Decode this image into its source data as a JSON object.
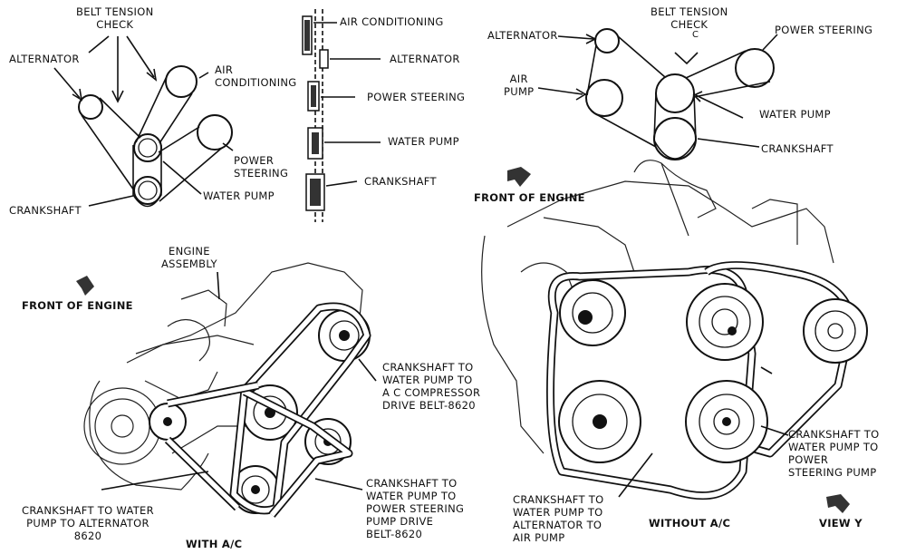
{
  "top_left": {
    "belt_tension_check": "BELT TENSION\nCHECK",
    "alternator": "ALTERNATOR",
    "air_conditioning": "AIR\nCONDITIONING",
    "power_steering": "POWER\nSTEERING",
    "water_pump": "WATER PUMP",
    "crankshaft": "CRANKSHAFT"
  },
  "pulley_stack": {
    "air_conditioning": "AIR CONDITIONING",
    "alternator": "ALTERNATOR",
    "power_steering": "POWER STEERING",
    "water_pump": "WATER PUMP",
    "crankshaft": "CRANKSHAFT"
  },
  "top_right": {
    "alternator": "ALTERNATOR",
    "belt_tension_check": "BELT TENSION\nCHECK",
    "check_letter": "C",
    "power_steering": "POWER STEERING",
    "air_pump": "AIR\nPUMP",
    "water_pump": "WATER PUMP",
    "crankshaft": "CRANKSHAFT",
    "front_of_engine": "FRONT OF ENGINE"
  },
  "bottom_left": {
    "engine_assembly": "ENGINE\nASSEMBLY",
    "front_of_engine": "FRONT OF ENGINE",
    "belt_ac": "CRANKSHAFT TO\nWATER PUMP TO\nA C COMPRESSOR\nDRIVE BELT-8620",
    "belt_ps": "CRANKSHAFT TO\nWATER PUMP TO\nPOWER STEERING\nPUMP DRIVE\nBELT-8620",
    "belt_alt": "CRANKSHAFT TO WATER\nPUMP TO ALTERNATOR\n8620",
    "caption": "WITH A/C"
  },
  "bottom_right": {
    "belt_ps": "CRANKSHAFT TO\nWATER PUMP TO\nPOWER\nSTEERING PUMP",
    "belt_air": "CRANKSHAFT TO\nWATER PUMP TO\nALTERNATOR TO\nAIR PUMP",
    "caption": "WITHOUT A/C",
    "view": "VIEW Y"
  }
}
